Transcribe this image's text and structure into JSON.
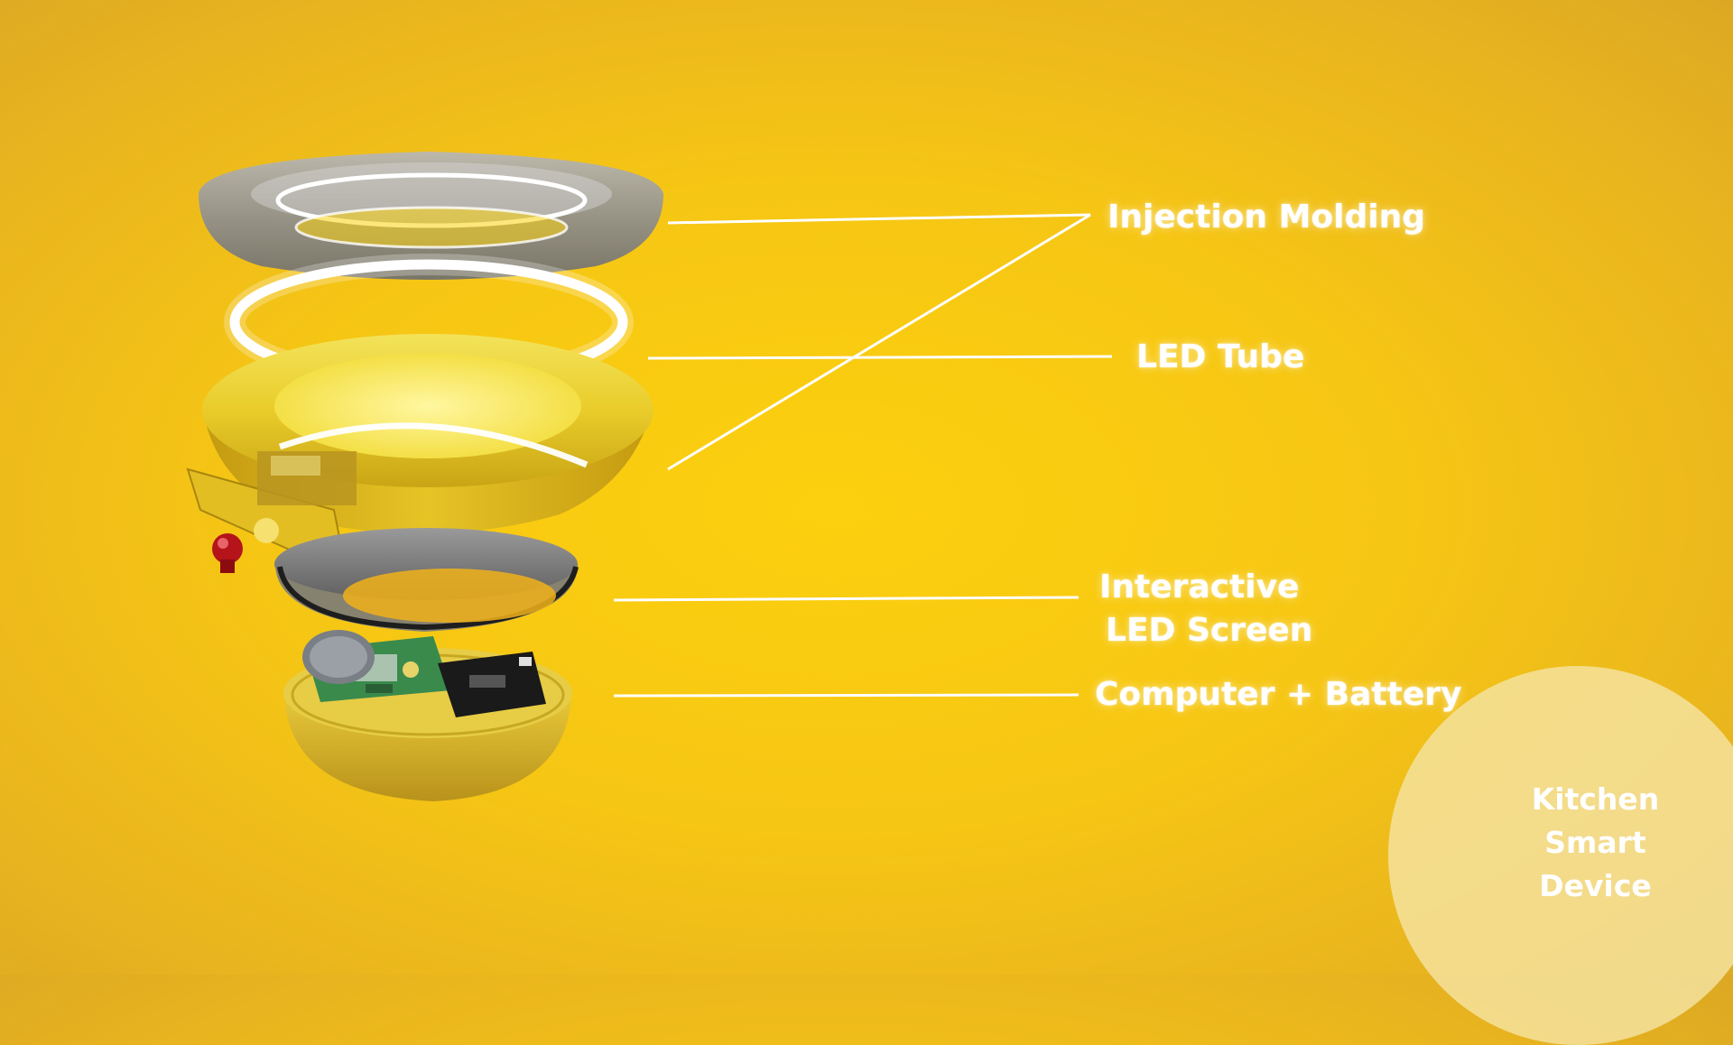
{
  "labels": {
    "injection_molding": "Injection Molding",
    "led_tube": "LED Tube",
    "interactive_screen_line1": "Interactive",
    "interactive_screen_line2": "LED Screen",
    "computer_battery": "Computer + Battery"
  },
  "badge": {
    "line1": "Kitchen",
    "line2": "Smart",
    "line3": "Device"
  },
  "colors": {
    "background": "#f9cb10",
    "ring_yellow": "#f1dc3e",
    "glass_gray": "#8a8a8a",
    "led_white": "#ffffff",
    "badge": "#f4e29e"
  }
}
